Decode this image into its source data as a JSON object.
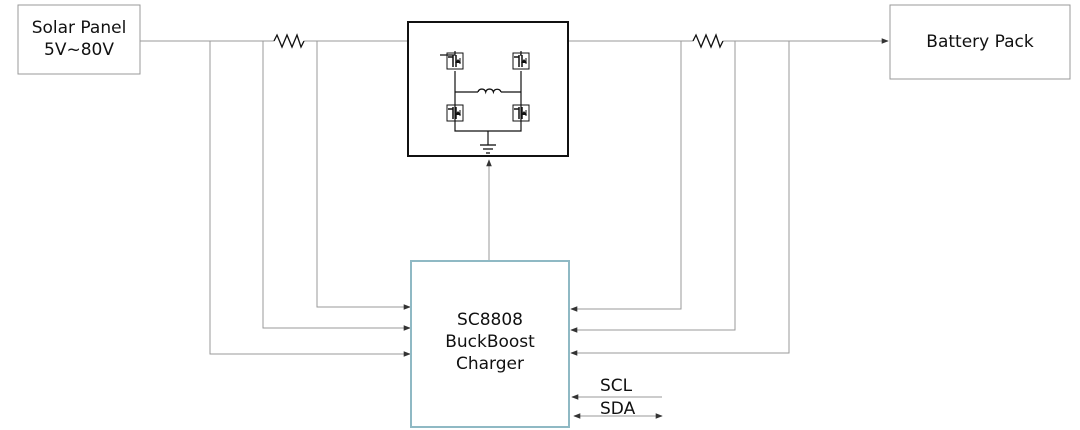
{
  "solar_panel": {
    "line1": "Solar Panel",
    "line2": "5V~80V"
  },
  "battery_pack": {
    "label": "Battery Pack"
  },
  "charger": {
    "line1": "SC8808",
    "line2": "BuckBoost",
    "line3": "Charger"
  },
  "bus": {
    "scl": "SCL",
    "sda": "SDA"
  },
  "colors": {
    "wire": "#9a9a9a",
    "box_border": "#999999",
    "charger_border": "#8fb9c4",
    "bridge_border": "#111111"
  }
}
